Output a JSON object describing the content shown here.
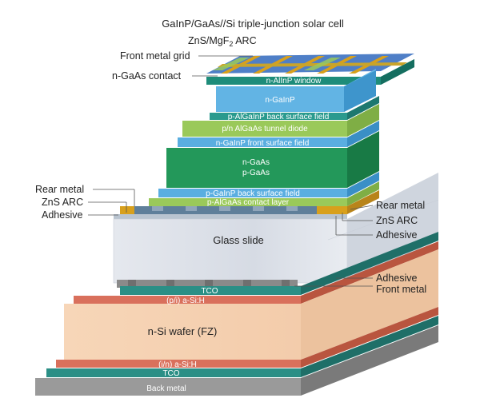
{
  "title": "GaInP/GaAs//Si triple-junction solar cell",
  "arc_top": {
    "prefix": "ZnS/MgF",
    "sub": "2",
    "suffix": " ARC"
  },
  "top_callouts": {
    "front_metal_grid": "Front metal grid",
    "n_gaas_contact": "n-GaAs contact"
  },
  "top_cell_layers": {
    "n_alinp_window": "n-AlInP window",
    "n_gainp": "n-GaInP",
    "p_algainp_bsf": "p-AlGaInP back surface field",
    "tunnel_diode": "p/n AlGaAs tunnel diode",
    "n_gainp_fsf": "n-GaInP front surface field",
    "n_gaas": "n-GaAs",
    "p_gaas": "p-GaAs",
    "p_gainp_bsf": "p-GaInP back surface field",
    "p_algaas_contact": "p-AlGaAs contact layer"
  },
  "left_callouts": {
    "rear_metal": "Rear metal",
    "zns_arc": "ZnS ARC",
    "adhesive": "Adhesive"
  },
  "right_callouts": {
    "rear_metal": "Rear metal",
    "zns_arc": "ZnS ARC",
    "adhesive": "Adhesive",
    "adhesive_lower": "Adhesive",
    "front_metal": "Front metal"
  },
  "glass_slide": "Glass slide",
  "bottom_cell_layers": {
    "tco_top": "TCO",
    "p_i_asih": "(p/i) a-Si:H",
    "n_si_wafer": "n-Si wafer (FZ)",
    "i_n_asih": "(i/n) a-Si:H",
    "tco_bottom": "TCO",
    "back_metal": "Back metal"
  },
  "colors": {
    "window_teal": "#1e8c7a",
    "gainp_blue": "#62b4e4",
    "bsf_teal": "#2a9a8e",
    "tunnel_green": "#9ac95a",
    "fsf_blue": "#5aaee0",
    "gaas_green": "#23985a",
    "gold": "#d8a01c",
    "glass": "#dde2ea",
    "asi_red": "#d9705c",
    "si_wafer": "#f6d4b6",
    "back_metal": "#9a9a9a",
    "tco": "#2b8f86"
  }
}
